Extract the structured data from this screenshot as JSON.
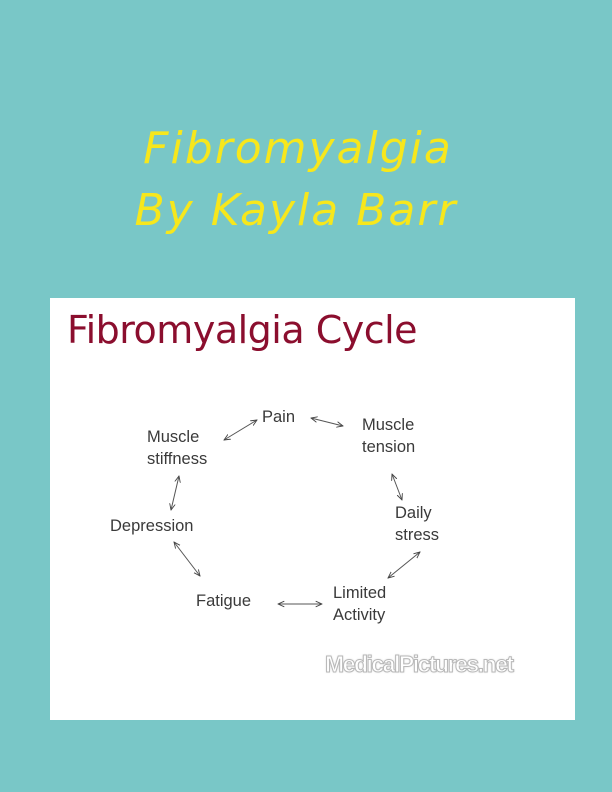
{
  "cover": {
    "title_line1": "Fibromyalgia",
    "title_line2": "By Kayla Barr",
    "background_color": "#79c7c7",
    "title_color": "#f7e71c"
  },
  "figure": {
    "heading": "Fibromyalgia Cycle",
    "heading_color": "#8b0e2e",
    "nodes": {
      "pain": "Pain",
      "muscle_tension": "Muscle\ntension",
      "daily_stress": "Daily\nstress",
      "limited_activity": "Limited\nActivity",
      "fatigue": "Fatigue",
      "depression": "Depression",
      "muscle_stiffness": "Muscle\nstiffness"
    },
    "connections": [
      [
        "Pain",
        "Muscle tension"
      ],
      [
        "Muscle tension",
        "Daily stress"
      ],
      [
        "Daily stress",
        "Limited Activity"
      ],
      [
        "Limited Activity",
        "Fatigue"
      ],
      [
        "Fatigue",
        "Depression"
      ],
      [
        "Depression",
        "Muscle stiffness"
      ],
      [
        "Muscle stiffness",
        "Pain"
      ]
    ],
    "watermark": "MedicalPictures.net"
  }
}
